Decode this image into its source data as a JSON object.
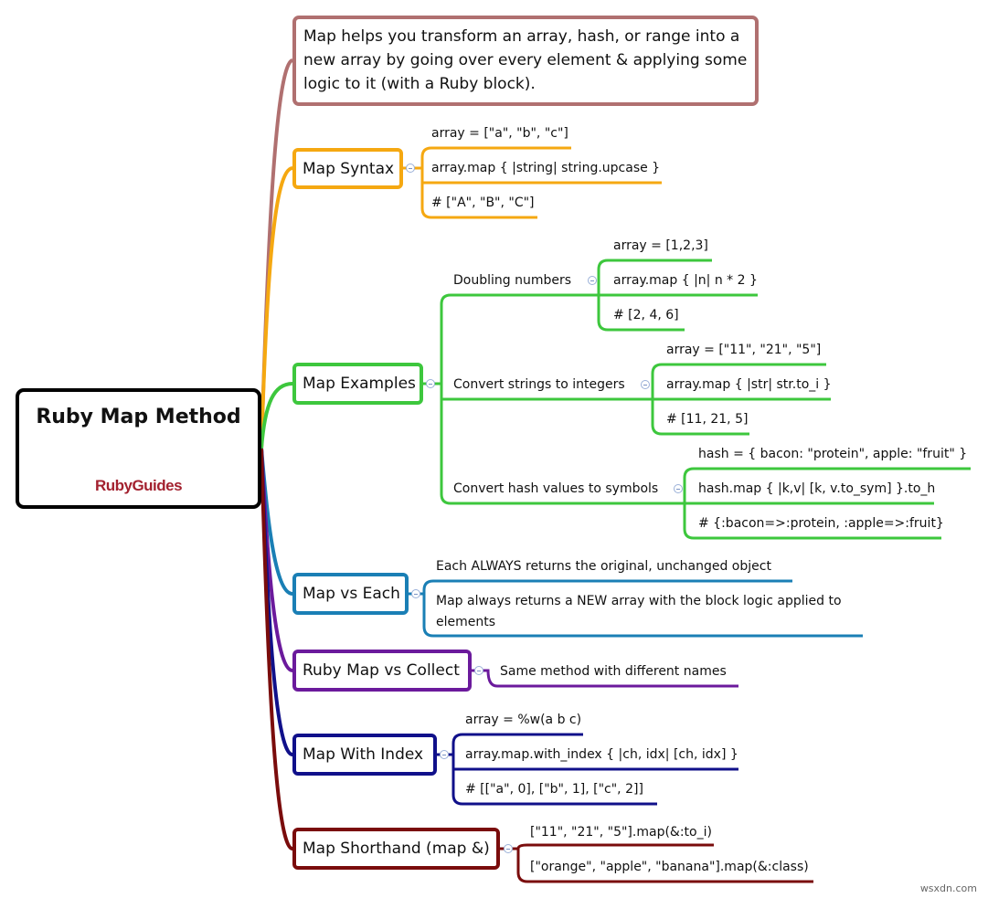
{
  "root": {
    "title": "Ruby Map Method",
    "logo_text": "RubyGuides",
    "icon": "ruby-gem-icon"
  },
  "description": "Map helps you transform an array, hash, or range into a new array by going over every element & applying some logic to it (with a Ruby block).",
  "branches": {
    "syntax": {
      "title": "Map Syntax",
      "leaves": [
        "array = [\"a\", \"b\", \"c\"]",
        "array.map { |string| string.upcase }",
        "# [\"A\", \"B\", \"C\"]"
      ]
    },
    "examples": {
      "title": "Map Examples",
      "groups": [
        {
          "title": "Doubling numbers",
          "leaves": [
            "array = [1,2,3]",
            "array.map { |n| n * 2 }",
            "# [2, 4, 6]"
          ]
        },
        {
          "title": "Convert strings to integers",
          "leaves": [
            "array = [\"11\", \"21\", \"5\"]",
            "array.map { |str| str.to_i }",
            "# [11, 21, 5]"
          ]
        },
        {
          "title": "Convert hash values to symbols",
          "leaves": [
            "hash = { bacon: \"protein\", apple: \"fruit\" }",
            "hash.map { |k,v| [k, v.to_sym] }.to_h",
            "# {:bacon=>:protein, :apple=>:fruit}"
          ]
        }
      ]
    },
    "vs_each": {
      "title": "Map vs Each",
      "leaves": [
        "Each ALWAYS returns the original, unchanged object",
        "Map always returns a NEW array with the block logic applied to",
        "elements"
      ]
    },
    "vs_collect": {
      "title": "Ruby Map vs Collect",
      "leaves": [
        "Same method with different names"
      ]
    },
    "with_index": {
      "title": "Map With Index",
      "leaves": [
        "array = %w(a b c)",
        "array.map.with_index { |ch, idx| [ch, idx] }",
        "# [[\"a\", 0], [\"b\", 1], [\"c\", 2]]"
      ]
    },
    "shorthand": {
      "title": "Map Shorthand (map &)",
      "leaves": [
        "[\"11\", \"21\", \"5\"].map(&:to_i)",
        "[\"orange\", \"apple\", \"banana\"].map(&:class)"
      ]
    }
  },
  "colors": {
    "description": "#b07070",
    "syntax": "#f5a811",
    "examples": "#3dc73d",
    "vs_each": "#1a7fb5",
    "vs_collect": "#6b1a9c",
    "with_index": "#10108a",
    "shorthand": "#7a0c0c",
    "root": "#000000",
    "brand": "#a3212f"
  },
  "watermark": "wsxdn.com"
}
